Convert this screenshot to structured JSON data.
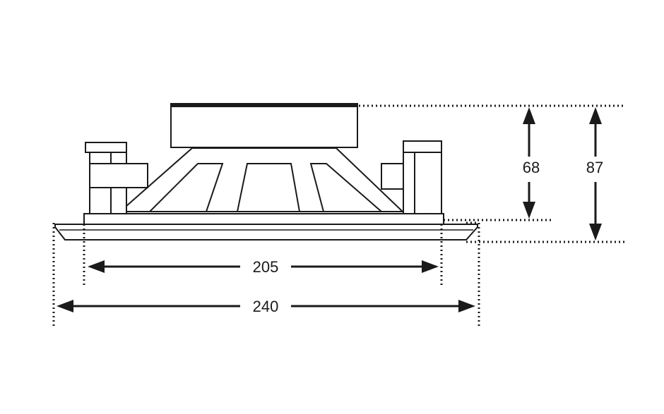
{
  "diagram": {
    "dimensions": {
      "inner_width": "205",
      "outer_width": "240",
      "depth_body": "68",
      "depth_total": "87"
    },
    "colors": {
      "line": "#1a1a1a",
      "fill": "#ffffff"
    }
  }
}
